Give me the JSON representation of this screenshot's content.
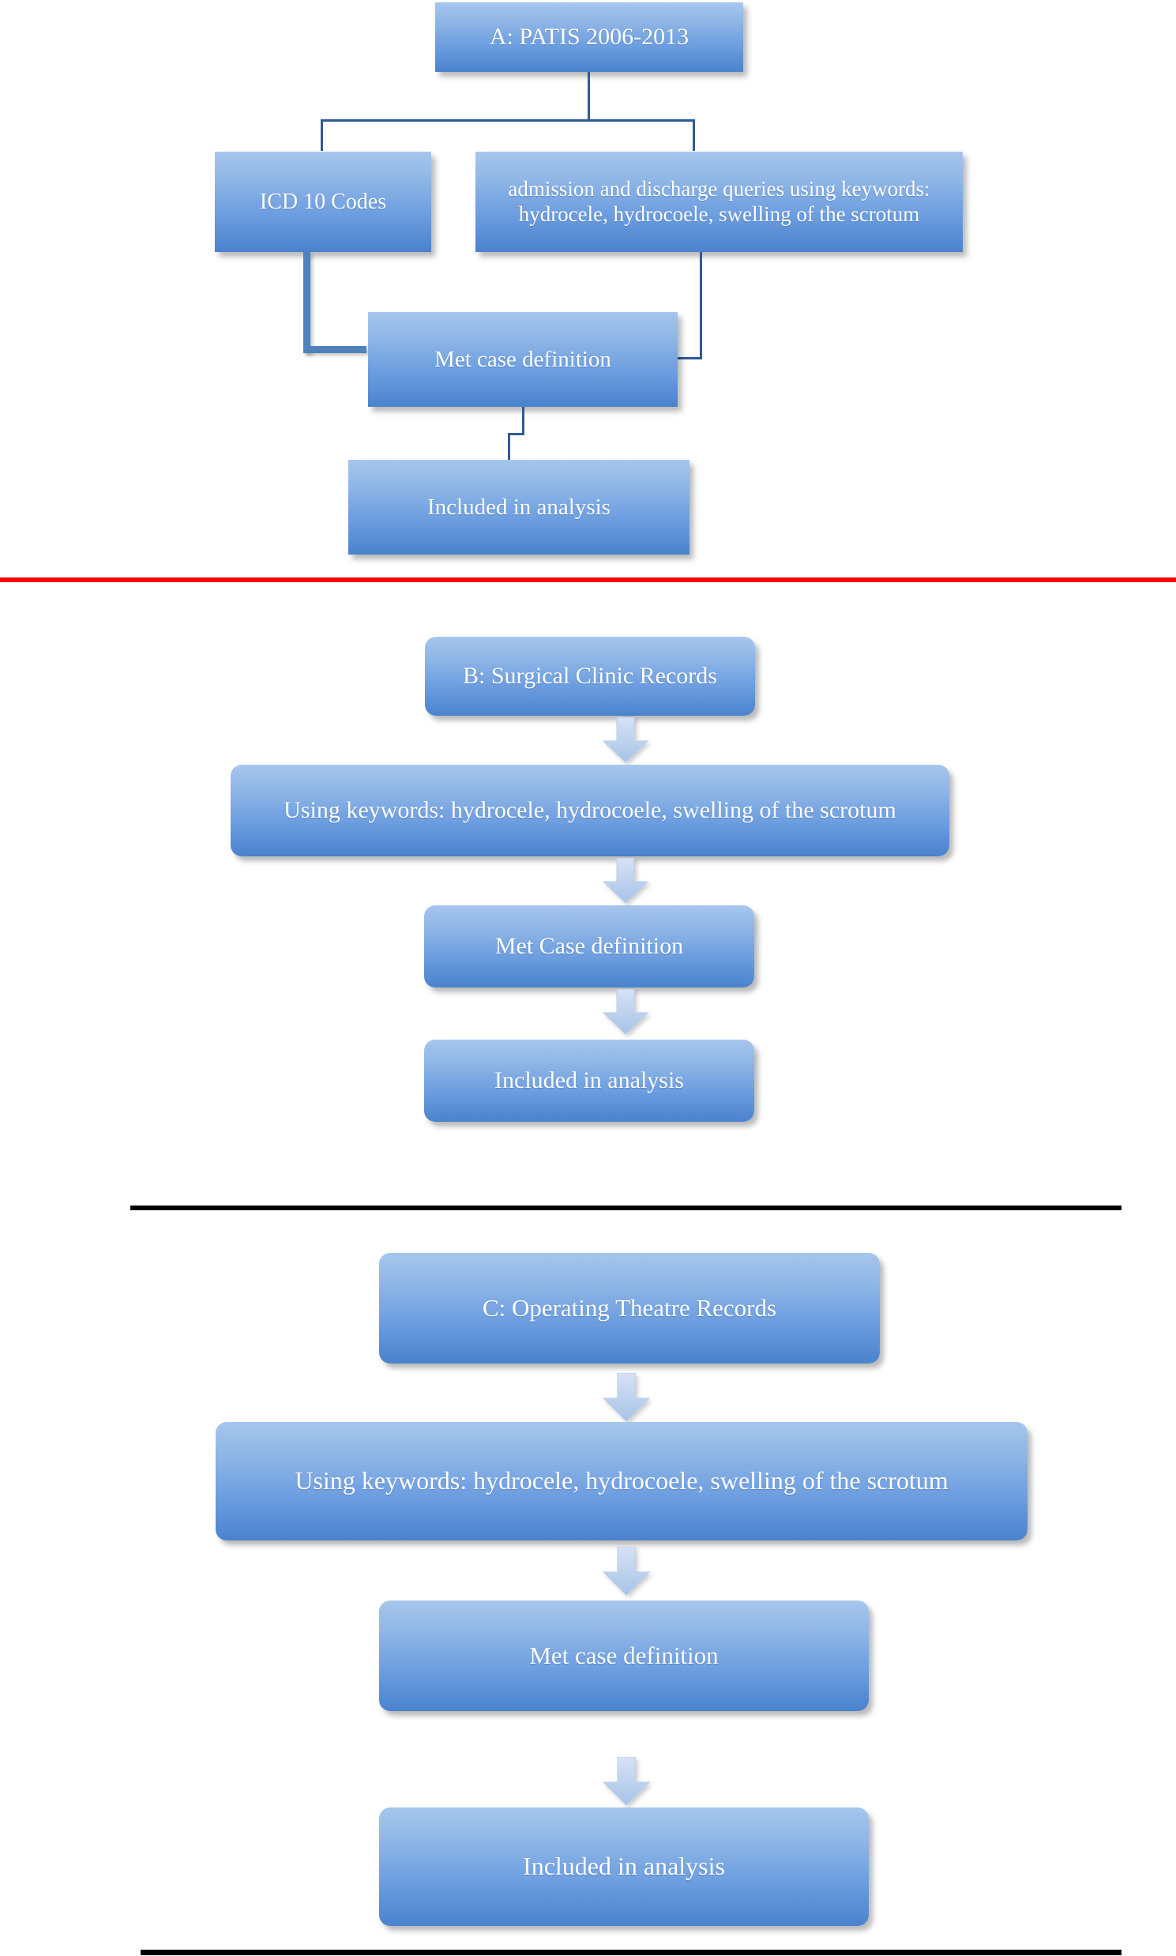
{
  "figure": {
    "type": "flowchart",
    "panels": [
      {
        "id": "A",
        "title": "A: PATIS 2006-2013",
        "nodes": [
          {
            "id": "a1",
            "label": "A: PATIS 2006-2013"
          },
          {
            "id": "a2",
            "label": "ICD 10 Codes"
          },
          {
            "id": "a3",
            "label": "admission and discharge queries using keywords: hydrocele, hydrocoele, swelling of the scrotum"
          },
          {
            "id": "a4",
            "label": "Met case definition"
          },
          {
            "id": "a5",
            "label": "Included in analysis"
          }
        ],
        "edges": [
          {
            "from": "a1",
            "to": "a2",
            "style": "elbow-thin"
          },
          {
            "from": "a1",
            "to": "a3",
            "style": "elbow-thin"
          },
          {
            "from": "a2",
            "to": "a4",
            "style": "elbow-thick"
          },
          {
            "from": "a3",
            "to": "a4",
            "style": "elbow-thin"
          },
          {
            "from": "a4",
            "to": "a5",
            "style": "elbow-thin"
          }
        ]
      },
      {
        "id": "B",
        "title": "B: Surgical Clinic Records",
        "nodes": [
          {
            "id": "b1",
            "label": "B: Surgical Clinic Records"
          },
          {
            "id": "b2",
            "label": "Using keywords: hydrocele, hydrocoele, swelling of the scrotum"
          },
          {
            "id": "b3",
            "label": "Met Case definition"
          },
          {
            "id": "b4",
            "label": "Included in analysis"
          }
        ],
        "edges": [
          {
            "from": "b1",
            "to": "b2",
            "style": "block-arrow-down"
          },
          {
            "from": "b2",
            "to": "b3",
            "style": "block-arrow-down"
          },
          {
            "from": "b3",
            "to": "b4",
            "style": "block-arrow-down"
          }
        ]
      },
      {
        "id": "C",
        "title": "C: Operating Theatre Records",
        "nodes": [
          {
            "id": "c1",
            "label": "C: Operating Theatre Records"
          },
          {
            "id": "c2",
            "label": "Using keywords: hydrocele, hydrocoele, swelling of the scrotum"
          },
          {
            "id": "c3",
            "label": "Met case definition"
          },
          {
            "id": "c4",
            "label": "Included in analysis"
          }
        ],
        "edges": [
          {
            "from": "c1",
            "to": "c2",
            "style": "block-arrow-down"
          },
          {
            "from": "c2",
            "to": "c3",
            "style": "block-arrow-down"
          },
          {
            "from": "c3",
            "to": "c4",
            "style": "block-arrow-down"
          }
        ]
      }
    ],
    "dividers": [
      {
        "id": "divider-red",
        "color": "#ff0000"
      },
      {
        "id": "divider-black-upper",
        "color": "#000000"
      },
      {
        "id": "divider-black-lower",
        "color": "#000000"
      }
    ],
    "colors": {
      "box_gradient_top": "#a6c6ec",
      "box_gradient_bottom": "#4a82cd",
      "box_text": "#ffffff",
      "connector_thin": "#2e5b96",
      "connector_thick": "#4f81bd",
      "arrow_fill_top": "#cddcf1",
      "arrow_fill_bottom": "#a9c5e8",
      "arrow_stroke": "#b7cdec",
      "divider_red": "#ff0000",
      "divider_black": "#000000",
      "background": "#ffffff"
    }
  }
}
